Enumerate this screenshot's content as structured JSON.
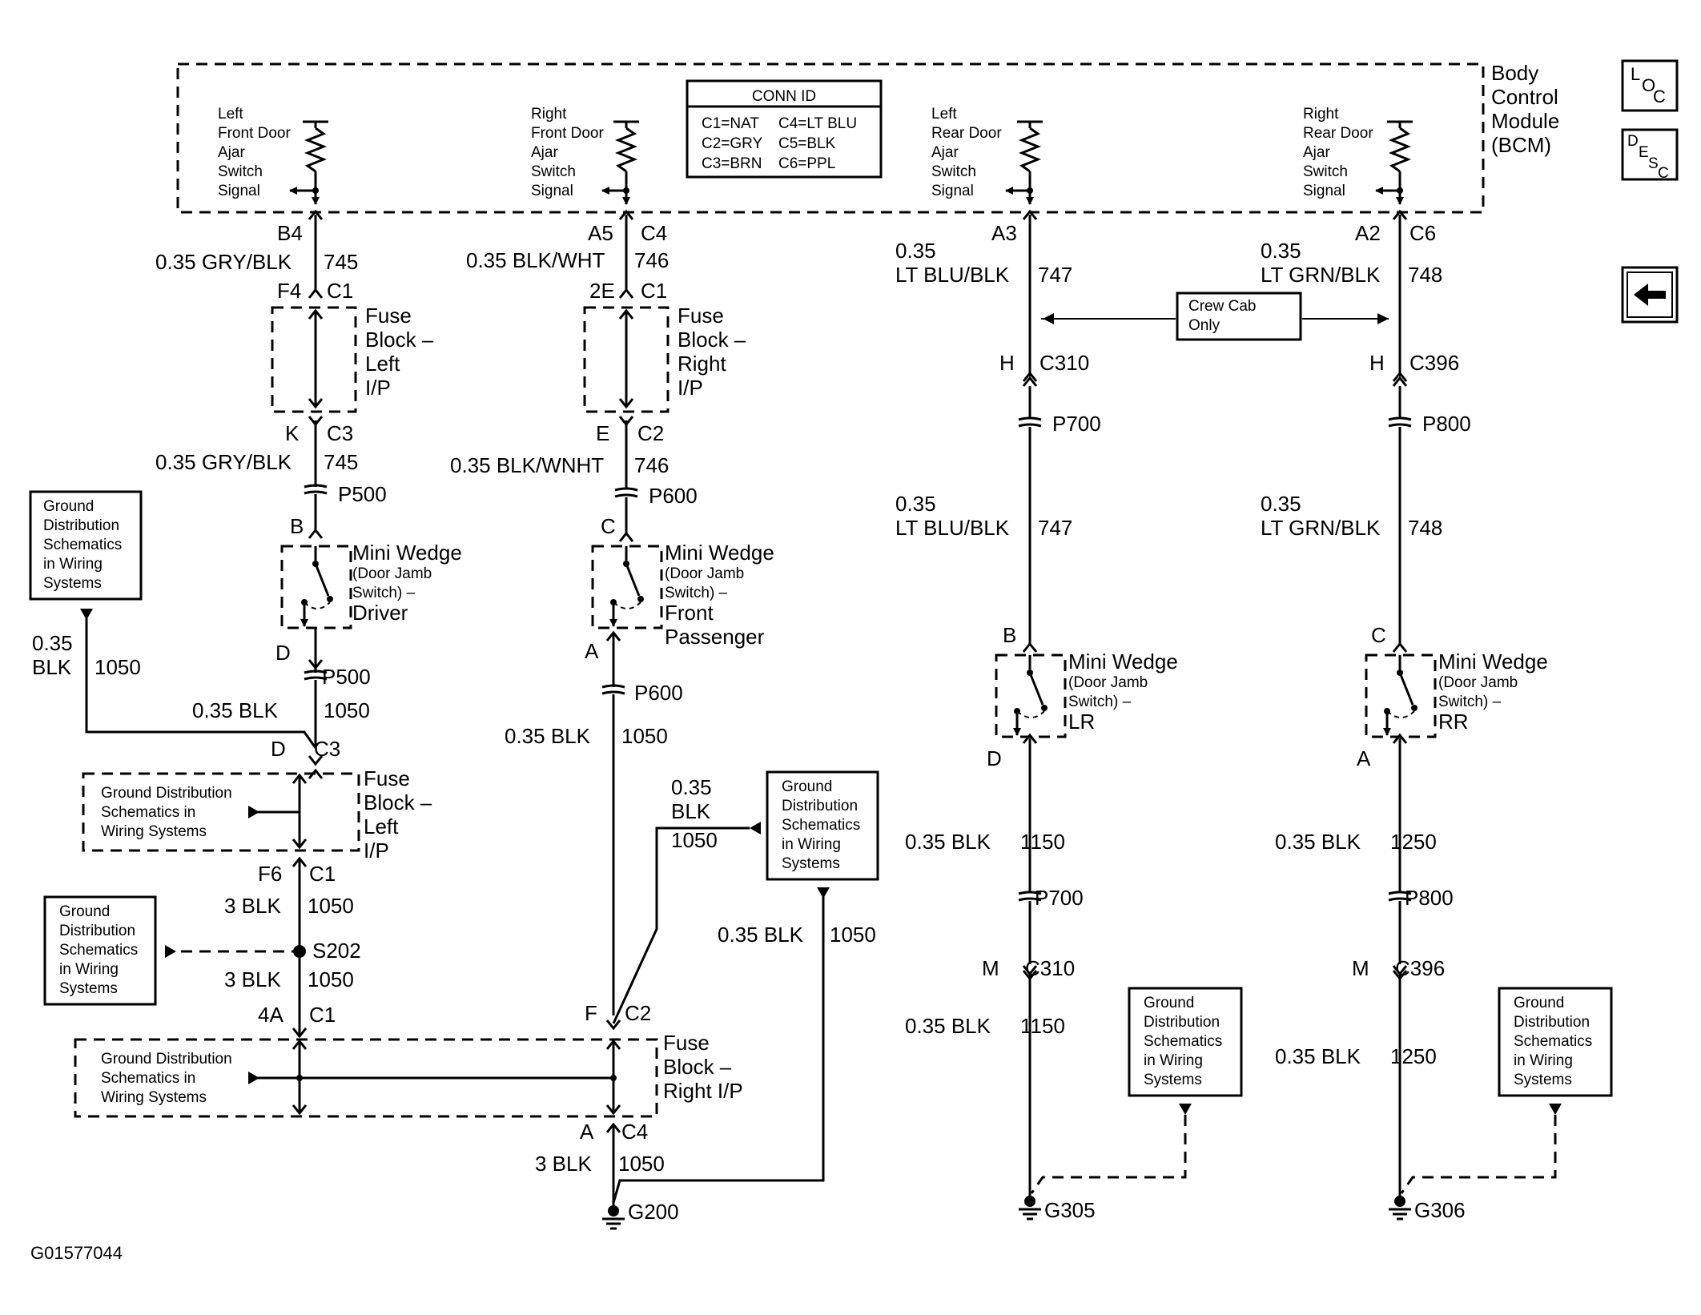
{
  "bcm": {
    "lines": [
      "Body",
      "Control",
      "Module",
      "(BCM)"
    ]
  },
  "side_icons": {
    "loc": "LOC",
    "desc": "DESC",
    "back": "back-arrow-icon"
  },
  "conn_id": {
    "title": "CONN ID",
    "rows": [
      [
        "C1=NAT",
        "C4=LT BLU"
      ],
      [
        "C2=GRY",
        "C5=BLK"
      ],
      [
        "C3=BRN",
        "C6=PPL"
      ]
    ]
  },
  "bcm_signals": [
    [
      "Left",
      "Front Door",
      "Ajar",
      "Switch",
      "Signal"
    ],
    [
      "Right",
      "Front Door",
      "Ajar",
      "Switch",
      "Signal"
    ],
    [
      "Left",
      "Rear Door",
      "Ajar",
      "Switch",
      "Signal"
    ],
    [
      "Right",
      "Rear Door",
      "Ajar",
      "Switch",
      "Signal"
    ]
  ],
  "labels": {
    "b4": "B4",
    "a5": "A5",
    "c4": "C4",
    "a3": "A3",
    "a2": "A2",
    "c6": "C6",
    "w745": "0.35 GRY/BLK",
    "n745": "745",
    "w746": "0.35 BLK/WHT",
    "n746": "746",
    "w746b": "0.35 BLK/WNHT",
    "g035": "0.35",
    "w747": "LT BLU/BLK",
    "n747": "747",
    "w748": "LT GRN/BLK",
    "n748": "748",
    "f4": "F4",
    "c1": "C1",
    "e2": "2E",
    "k": "K",
    "c3": "C3",
    "e": "E",
    "c2": "C2",
    "h": "H",
    "c310": "C310",
    "c396": "C396",
    "p500": "P500",
    "p600": "P600",
    "p700": "P700",
    "p800": "P800",
    "b": "B",
    "c": "C",
    "d": "D",
    "a": "A",
    "f6": "F6",
    "a4": "4A",
    "f": "F",
    "m": "M",
    "crew": [
      "Crew Cab",
      "Only"
    ],
    "fuse_left": [
      "Fuse",
      "Block –",
      "Left",
      "I/P"
    ],
    "fuse_right": [
      "Fuse",
      "Block –",
      "Right",
      "I/P"
    ],
    "fuse_right_bottom": [
      "Fuse",
      "Block –",
      "Right I/P"
    ],
    "mw_title": "Mini Wedge",
    "mw_sub": [
      "(Door Jamb",
      "Switch) –"
    ],
    "mw_driver": "Driver",
    "mw_front_pass": [
      "Front",
      "Passenger"
    ],
    "mw_lr": "LR",
    "mw_rr": "RR",
    "blk035": "0.35 BLK",
    "blk3": "3 BLK",
    "blk": "BLK",
    "n1050": "1050",
    "n1150": "1150",
    "n1250": "1250",
    "s202": "S202",
    "g200": "G200",
    "g305": "G305",
    "g306": "G306",
    "gd4": [
      "Ground",
      "Distribution",
      "Schematics",
      "in Wiring",
      "Systems"
    ],
    "gd3": [
      "Ground Distribution",
      "Schematics in",
      "Wiring Systems"
    ],
    "figure_id": "G01577044"
  }
}
